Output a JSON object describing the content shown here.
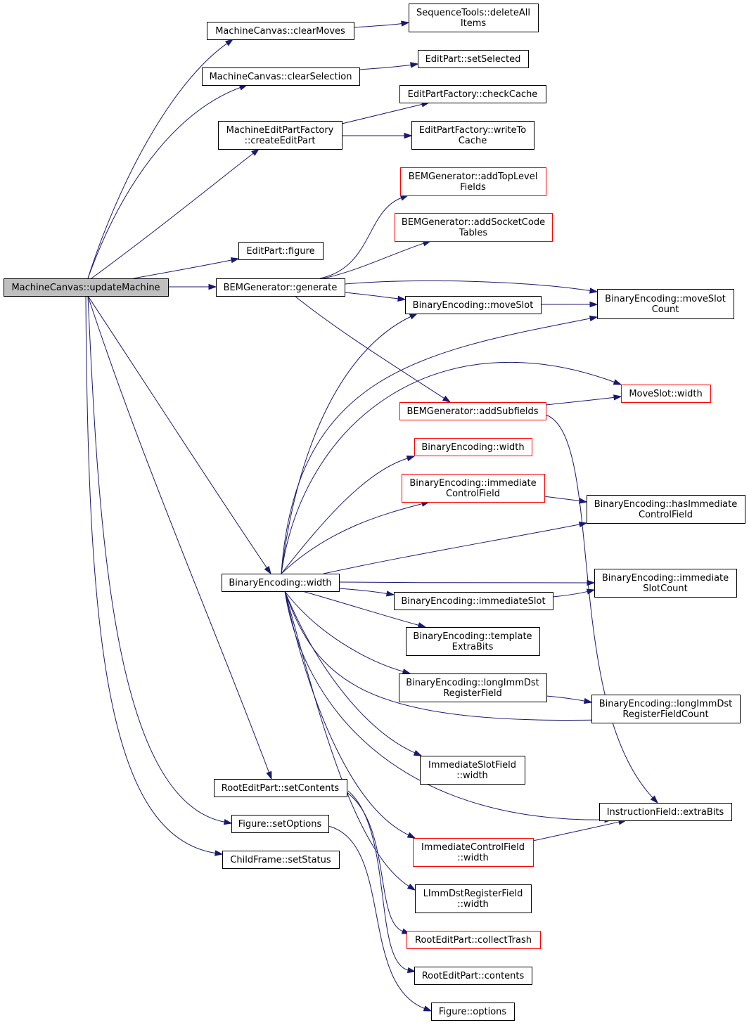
{
  "colors": {
    "edge": "#191970",
    "node_border": "#000000",
    "node_border_unresolved": "#ff0000",
    "root_fill": "#bfbfbf",
    "node_fill": "#ffffff"
  },
  "nodes": {
    "updateMachine": {
      "lines": [
        "MachineCanvas::updateMachine"
      ],
      "style": "root"
    },
    "clearMoves": {
      "lines": [
        "MachineCanvas::clearMoves"
      ],
      "style": "normal"
    },
    "deleteAllItems": {
      "lines": [
        "SequenceTools::deleteAll",
        "Items"
      ],
      "style": "normal"
    },
    "clearSelection": {
      "lines": [
        "MachineCanvas::clearSelection"
      ],
      "style": "normal"
    },
    "setSelected": {
      "lines": [
        "EditPart::setSelected"
      ],
      "style": "normal"
    },
    "checkCache": {
      "lines": [
        "EditPartFactory::checkCache"
      ],
      "style": "normal"
    },
    "createEditPart": {
      "lines": [
        "MachineEditPartFactory",
        "::createEditPart"
      ],
      "style": "normal"
    },
    "writeToCache": {
      "lines": [
        "EditPartFactory::writeTo",
        "Cache"
      ],
      "style": "normal"
    },
    "addTopLevelFields": {
      "lines": [
        "BEMGenerator::addTopLevel",
        "Fields"
      ],
      "style": "red"
    },
    "addSocketCodeTables": {
      "lines": [
        "BEMGenerator::addSocketCode",
        "Tables"
      ],
      "style": "red"
    },
    "figure": {
      "lines": [
        "EditPart::figure"
      ],
      "style": "normal"
    },
    "generate": {
      "lines": [
        "BEMGenerator::generate"
      ],
      "style": "normal"
    },
    "moveSlot": {
      "lines": [
        "BinaryEncoding::moveSlot"
      ],
      "style": "normal"
    },
    "moveSlotCount": {
      "lines": [
        "BinaryEncoding::moveSlot",
        "Count"
      ],
      "style": "normal"
    },
    "moveSlotWidth": {
      "lines": [
        "MoveSlot::width"
      ],
      "style": "red"
    },
    "addSubfields": {
      "lines": [
        "BEMGenerator::addSubfields"
      ],
      "style": "red"
    },
    "beWidthRed": {
      "lines": [
        "BinaryEncoding::width"
      ],
      "style": "red"
    },
    "immediateControlField": {
      "lines": [
        "BinaryEncoding::immediate",
        "ControlField"
      ],
      "style": "red"
    },
    "hasImmediateControlField": {
      "lines": [
        "BinaryEncoding::hasImmediate",
        "ControlField"
      ],
      "style": "normal"
    },
    "beWidth": {
      "lines": [
        "BinaryEncoding::width"
      ],
      "style": "normal"
    },
    "immediateSlotCount": {
      "lines": [
        "BinaryEncoding::immediate",
        "SlotCount"
      ],
      "style": "normal"
    },
    "immediateSlot": {
      "lines": [
        "BinaryEncoding::immediateSlot"
      ],
      "style": "normal"
    },
    "templateExtraBits": {
      "lines": [
        "BinaryEncoding::template",
        "ExtraBits"
      ],
      "style": "normal"
    },
    "longImmDstRegisterField": {
      "lines": [
        "BinaryEncoding::longImmDst",
        "RegisterField"
      ],
      "style": "normal"
    },
    "longImmDstRegisterFieldCount": {
      "lines": [
        "BinaryEncoding::longImmDst",
        "RegisterFieldCount"
      ],
      "style": "normal"
    },
    "immediateSlotFieldWidth": {
      "lines": [
        "ImmediateSlotField",
        "::width"
      ],
      "style": "normal"
    },
    "setContents": {
      "lines": [
        "RootEditPart::setContents"
      ],
      "style": "normal"
    },
    "extraBits": {
      "lines": [
        "InstructionField::extraBits"
      ],
      "style": "normal"
    },
    "setOptions": {
      "lines": [
        "Figure::setOptions"
      ],
      "style": "normal"
    },
    "immediateControlFieldWidth": {
      "lines": [
        "ImmediateControlField",
        "::width"
      ],
      "style": "red"
    },
    "setStatus": {
      "lines": [
        "ChildFrame::setStatus"
      ],
      "style": "normal"
    },
    "lImmDstRegisterFieldWidth": {
      "lines": [
        "LImmDstRegisterField",
        "::width"
      ],
      "style": "normal"
    },
    "collectTrash": {
      "lines": [
        "RootEditPart::collectTrash"
      ],
      "style": "red"
    },
    "contents": {
      "lines": [
        "RootEditPart::contents"
      ],
      "style": "normal"
    },
    "options": {
      "lines": [
        "Figure::options"
      ],
      "style": "normal"
    }
  },
  "edges": [
    [
      "updateMachine",
      "clearMoves"
    ],
    [
      "updateMachine",
      "clearSelection"
    ],
    [
      "updateMachine",
      "createEditPart"
    ],
    [
      "updateMachine",
      "figure"
    ],
    [
      "updateMachine",
      "generate"
    ],
    [
      "updateMachine",
      "beWidth"
    ],
    [
      "updateMachine",
      "setContents"
    ],
    [
      "updateMachine",
      "setOptions"
    ],
    [
      "updateMachine",
      "setStatus"
    ],
    [
      "clearMoves",
      "deleteAllItems"
    ],
    [
      "clearSelection",
      "setSelected"
    ],
    [
      "createEditPart",
      "checkCache"
    ],
    [
      "createEditPart",
      "writeToCache"
    ],
    [
      "generate",
      "addTopLevelFields"
    ],
    [
      "generate",
      "addSocketCodeTables"
    ],
    [
      "generate",
      "moveSlotCount"
    ],
    [
      "generate",
      "moveSlot"
    ],
    [
      "generate",
      "addSubfields"
    ],
    [
      "moveSlot",
      "moveSlotCount"
    ],
    [
      "addSubfields",
      "moveSlotWidth"
    ],
    [
      "addSubfields",
      "extraBits"
    ],
    [
      "immediateControlField",
      "hasImmediateControlField"
    ],
    [
      "beWidth",
      "moveSlot"
    ],
    [
      "beWidth",
      "moveSlotCount"
    ],
    [
      "beWidth",
      "moveSlotWidth"
    ],
    [
      "beWidth",
      "beWidthRed"
    ],
    [
      "beWidth",
      "immediateControlField"
    ],
    [
      "beWidth",
      "hasImmediateControlField"
    ],
    [
      "beWidth",
      "immediateSlotCount"
    ],
    [
      "beWidth",
      "immediateSlot"
    ],
    [
      "beWidth",
      "templateExtraBits"
    ],
    [
      "beWidth",
      "longImmDstRegisterField"
    ],
    [
      "beWidth",
      "longImmDstRegisterFieldCount"
    ],
    [
      "beWidth",
      "immediateSlotFieldWidth"
    ],
    [
      "beWidth",
      "extraBits"
    ],
    [
      "beWidth",
      "immediateControlFieldWidth"
    ],
    [
      "beWidth",
      "lImmDstRegisterFieldWidth"
    ],
    [
      "immediateSlot",
      "immediateSlotCount"
    ],
    [
      "longImmDstRegisterField",
      "longImmDstRegisterFieldCount"
    ],
    [
      "immediateControlFieldWidth",
      "extraBits"
    ],
    [
      "setContents",
      "collectTrash"
    ],
    [
      "setContents",
      "contents"
    ],
    [
      "setOptions",
      "options"
    ]
  ]
}
